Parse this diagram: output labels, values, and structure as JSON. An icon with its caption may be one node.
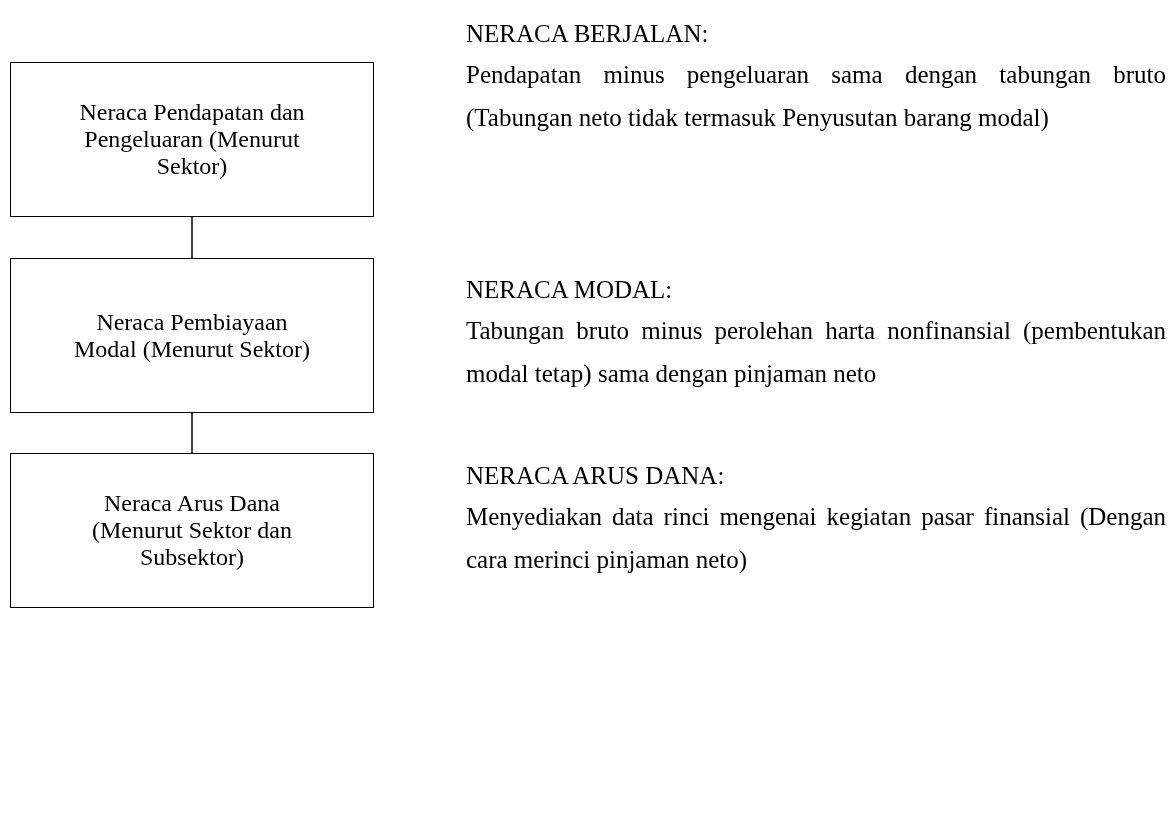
{
  "diagram": {
    "nodes": [
      {
        "text": [
          "Neraca Pendapatan dan Pengeluaran (Menurut Sektor)"
        ]
      },
      {
        "text": [
          "Neraca Pembiayaan Modal (Menurut Sektor)"
        ]
      },
      {
        "text": [
          "Neraca Arus Dana (Menurut Sektor dan Subsektor)"
        ]
      }
    ],
    "edges": [
      {
        "from": 0,
        "to": 1,
        "arrow": "none"
      },
      {
        "from": 1,
        "to": 2,
        "arrow": "none"
      }
    ],
    "labels": [
      "NERACA BERJALAN:",
      "Pendapatan minus pengeluaran sama dengan tabungan bruto (Tabungan neto tidak termasuk Penyusutan barang modal)",
      "NERACA MODAL:",
      "Tabungan bruto minus perolehan harta nonfinansial (pembentukan modal tetap) sama dengan pinjaman neto",
      "NERACA ARUS DANA:",
      "Menyediakan data rinci mengenai kegiatan pasar finansial (Dengan cara merinci pinjaman neto)"
    ]
  }
}
